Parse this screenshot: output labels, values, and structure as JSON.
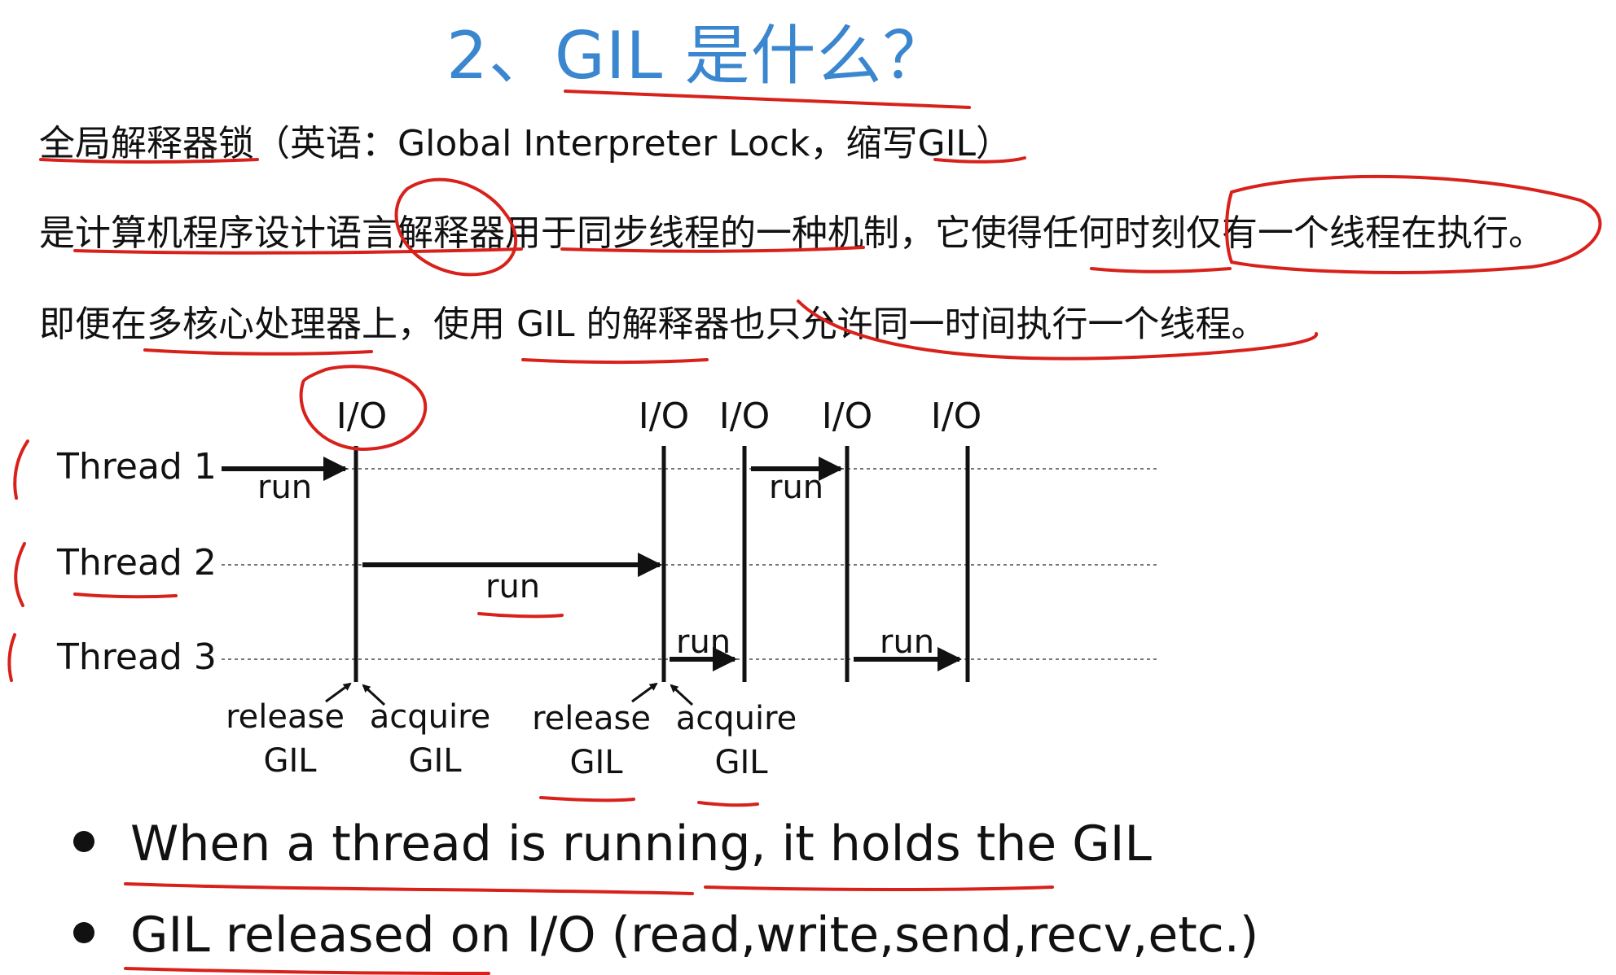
{
  "title": "2、GIL 是什么？",
  "paragraphs": {
    "p1": "全局解释器锁（英语：Global Interpreter Lock，缩写GIL）",
    "p2": "是计算机程序设计语言解释器用于同步线程的一种机制，它使得任何时刻仅有一个线程在执行。",
    "p3": "即便在多核心处理器上，使用 GIL 的解释器也只允许同一时间执行一个线程。"
  },
  "diagram": {
    "threads": [
      "Thread 1",
      "Thread 2",
      "Thread 3"
    ],
    "io_labels": [
      "I/O",
      "I/O",
      "I/O",
      "I/O",
      "I/O"
    ],
    "run_label": "run",
    "release": [
      "release",
      "GIL"
    ],
    "acquire": [
      "acquire",
      "GIL"
    ]
  },
  "bullets": [
    "When a thread is running, it holds the GIL",
    "GIL released on I/O (read,write,send,recv,etc.)"
  ],
  "colors": {
    "title": "#3a86cf",
    "annotation": "#d8211b",
    "text": "#111111"
  }
}
